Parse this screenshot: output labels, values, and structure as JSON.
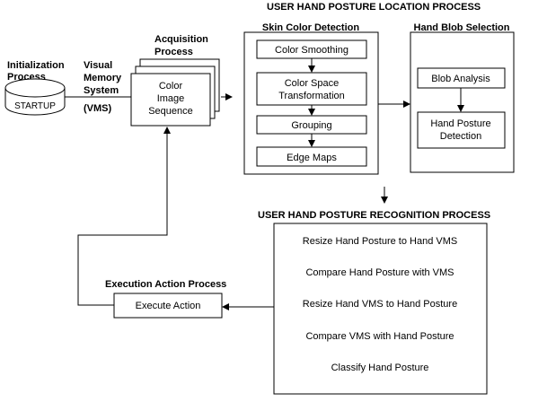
{
  "titles": {
    "location": "USER HAND POSTURE LOCATION PROCESS",
    "recognition": "USER HAND POSTURE RECOGNITION PROCESS"
  },
  "initialization": {
    "title": [
      "Initialization",
      "Process"
    ],
    "disk_label": "STARTUP"
  },
  "vms": {
    "title": [
      "Visual",
      "Memory",
      "System"
    ],
    "abbr": "(VMS)"
  },
  "acquisition": {
    "title": [
      "Acquisition",
      "Process"
    ],
    "box_lines": [
      "Color",
      "Image",
      "Sequence"
    ]
  },
  "skin": {
    "title": "Skin Color Detection",
    "steps": [
      [
        "Color Smoothing"
      ],
      [
        "Color Space",
        "Transformation"
      ],
      [
        "Grouping"
      ],
      [
        "Edge Maps"
      ]
    ]
  },
  "blob": {
    "title": "Hand Blob Selection",
    "steps": [
      [
        "Blob Analysis"
      ],
      [
        "Hand Posture",
        "Detection"
      ]
    ]
  },
  "recognition_steps": [
    "Resize Hand Posture to Hand VMS",
    "Compare Hand Posture with VMS",
    "Resize Hand VMS to Hand Posture",
    "Compare VMS with Hand Posture",
    "Classify Hand Posture"
  ],
  "execution": {
    "title": "Execution Action Process",
    "box_label": "Execute Action"
  }
}
